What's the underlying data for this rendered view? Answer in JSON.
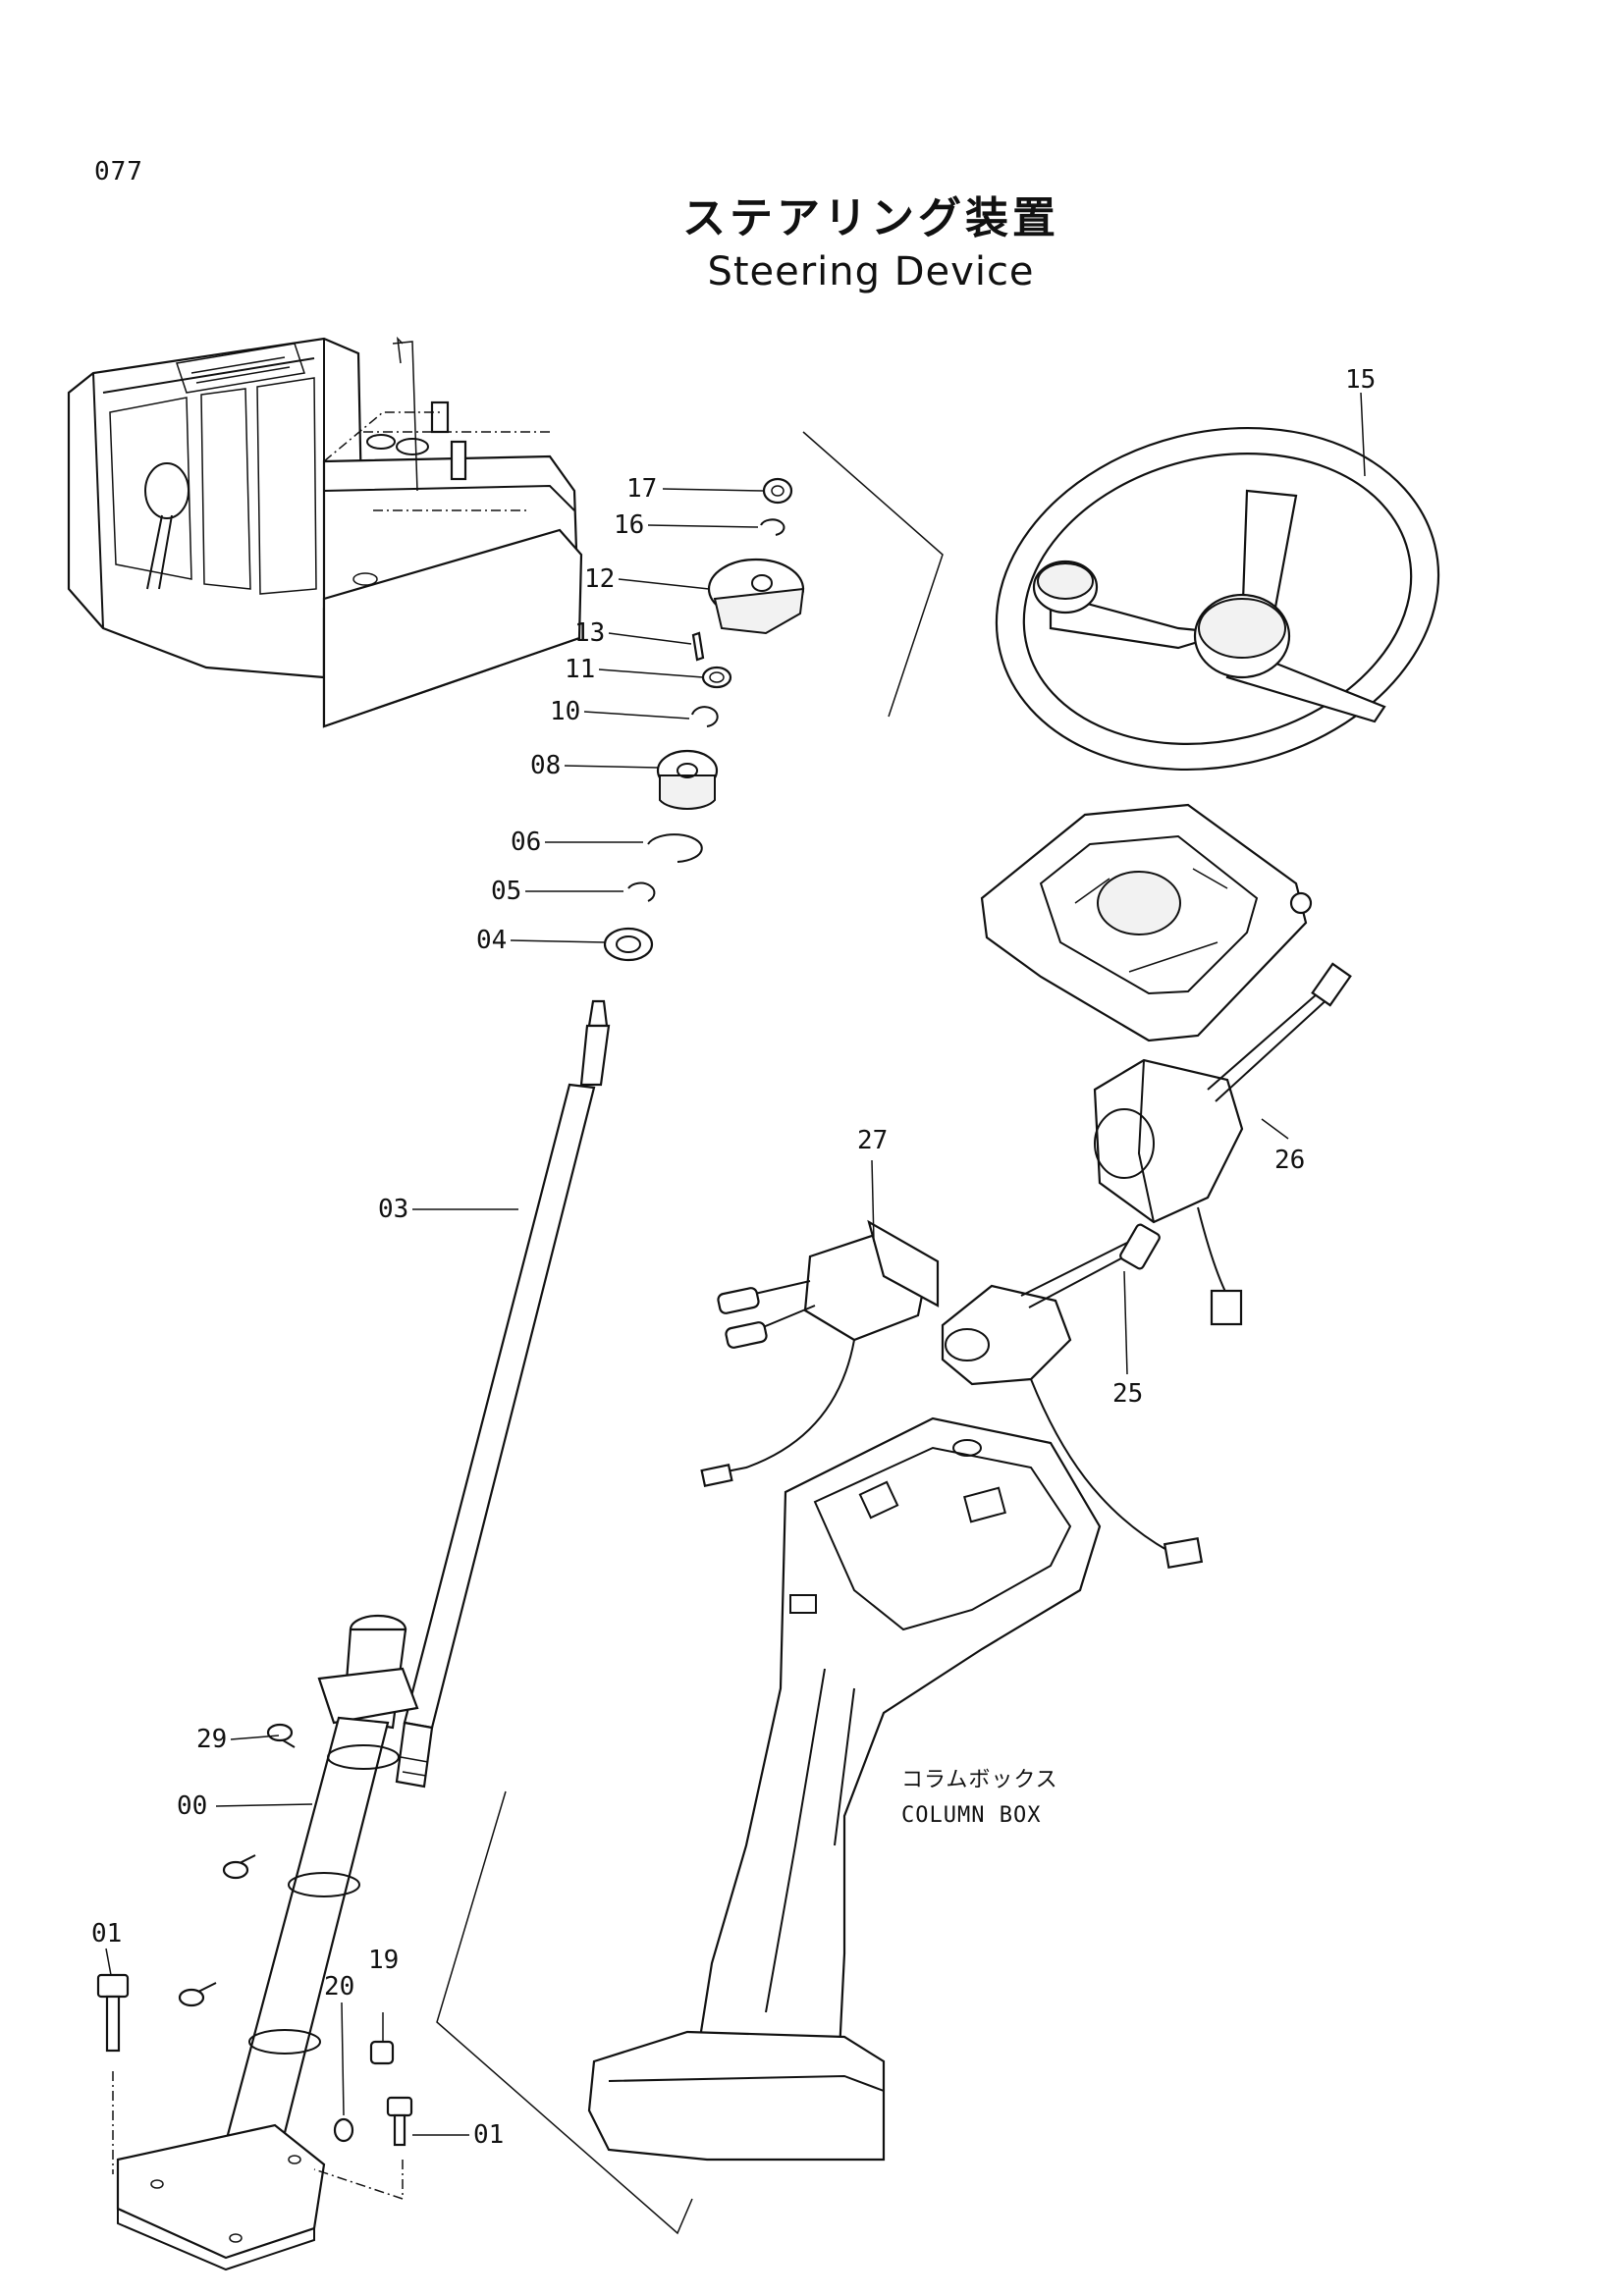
{
  "page": {
    "number": "077",
    "title_jp": "ステアリング装置",
    "title_en": "Steering Device"
  },
  "note": {
    "line1": "コラムボックス",
    "line2": "COLUMN  BOX"
  },
  "parts": {
    "p15": "15",
    "p17": "17",
    "p16": "16",
    "p12": "12",
    "p13": "13",
    "p11": "11",
    "p10": "10",
    "p08": "08",
    "p06": "06",
    "p05": "05",
    "p04": "04",
    "p03": "03",
    "p27": "27",
    "p26": "26",
    "p25": "25",
    "p29": "29",
    "p00": "00",
    "p01a": "01",
    "p20": "20",
    "p19": "19",
    "p01b": "01"
  }
}
